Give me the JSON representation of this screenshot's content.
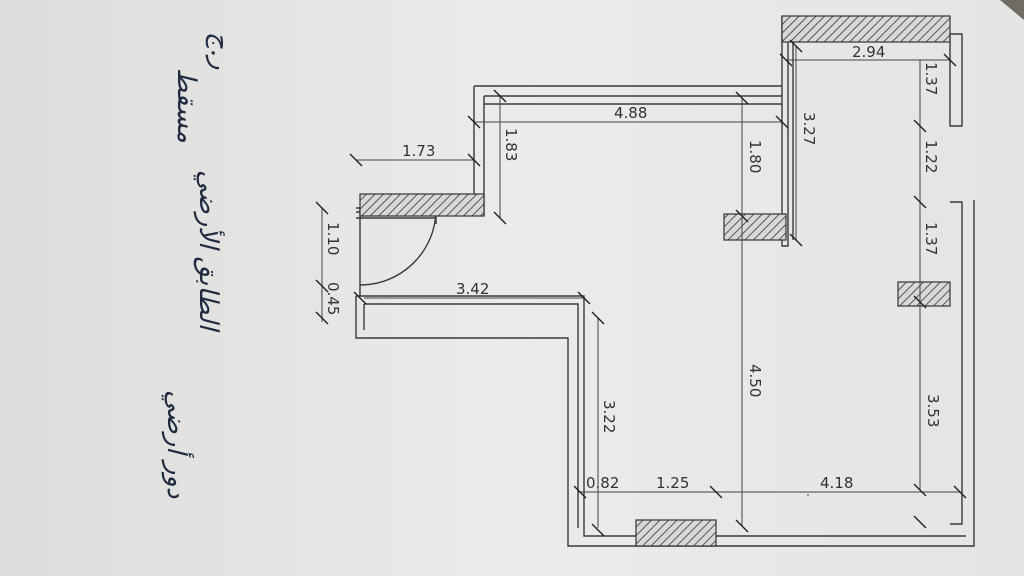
{
  "dimensions": {
    "d294": "2.94",
    "d137a": "1.37",
    "d122": "1.22",
    "d137b": "1.37",
    "d327": "3.27",
    "d488": "4.88",
    "d180": "1.80",
    "d183": "1.83",
    "d173": "1.73",
    "d110": "1.10",
    "d045": "0.45",
    "d342": "3.42",
    "d322": "3.22",
    "d450": "4.50",
    "d353": "3.53",
    "d082": "0.82",
    "d125": "1.25",
    "d418": "4.18"
  },
  "annotations": {
    "line1": "ر.ج",
    "line2": "مسقط",
    "line3": "الطابق الأرضي",
    "line4": "دور أرضي"
  },
  "colors": {
    "paper": "#e6e6e4",
    "background": "#6f6c66",
    "ink": "#1f2a40"
  }
}
